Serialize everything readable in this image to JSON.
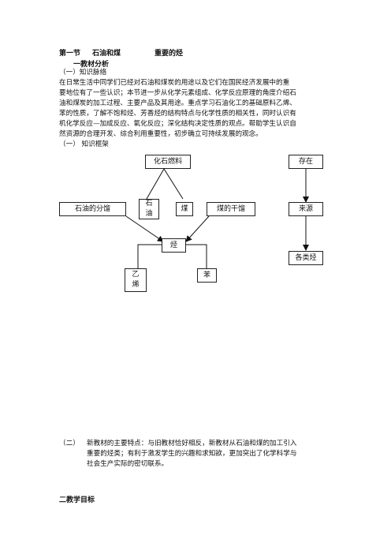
{
  "title": {
    "section": "第一节",
    "name": "石油和煤",
    "topic": "重要的烃"
  },
  "section1_heading": "一教材分析",
  "sub1_label": "（一）知识脉络",
  "paragraph1": [
    "在日常生活中同学们已经对石油和煤炭的用途以及它们在国民经济发展中的重",
    "要地位有了一些认识；本节进一步从化学元素组成、化学反应原理的角度介绍石",
    "油和煤炭的加工过程、主要产品及其用途。重点学习石油化工的基础原料乙烯、",
    "苯的性质，了解不饱和烃、芳香烃的结构特点与化学性质的相关性，同时认识有",
    "机化学反应—加成反应、氧化反应；深化结构决定性质的观点。帮助学生认识自",
    "然资源的合理开发、综合利用重要性，初步确立可持续发展的观念。"
  ],
  "sub2_label": "（一）  知识框架",
  "diagram": {
    "fossil_fuel": "化石燃料",
    "oil_distill": "石油的分馏",
    "oil_line1": "石",
    "oil_line2": "油",
    "coal": "煤",
    "coal_distill": "煤的干馏",
    "hydrocarbon": "烃",
    "ethylene_line1": "乙",
    "ethylene_line2": "烯",
    "benzene": "苯",
    "exist": "存在",
    "source": "来源",
    "kinds": "各类烃"
  },
  "point2": {
    "label": "（二）",
    "lines": [
      "新教材的主要特点：与旧教材恰好相反，新教材从石油和煤的加工引入",
      "重要的烃类；有利于激发学生的兴趣和求知欲，更加突出了化学科学与",
      "社会生产实际的密切联系。"
    ]
  },
  "section2_heading": "二教学目标"
}
